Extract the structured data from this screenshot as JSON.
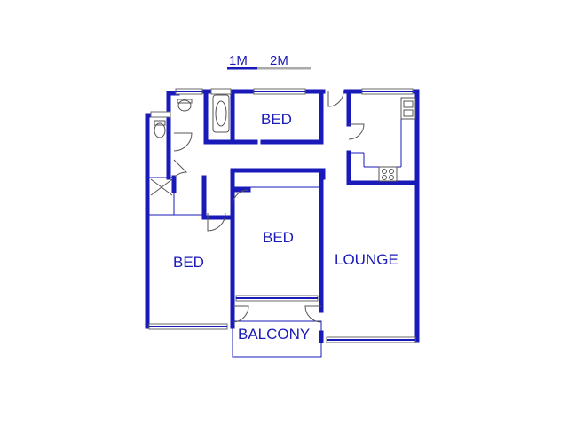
{
  "scale": {
    "label_1": "1M",
    "label_2": "2M"
  },
  "rooms": {
    "bed_top": "BED",
    "bed_center": "BED",
    "bed_left": "BED",
    "lounge": "LOUNGE",
    "balcony": "BALCONY"
  },
  "colors": {
    "wall": "#1a1ab8",
    "fixture": "#555555",
    "window_frame": "#6a6a6a",
    "line": "#1a1ab8"
  }
}
